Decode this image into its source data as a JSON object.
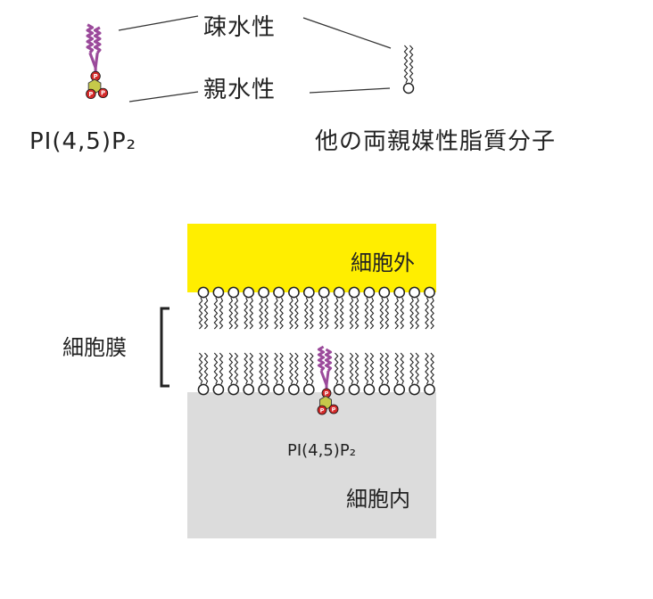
{
  "top": {
    "hydrophobic_label": "疎水性",
    "hydrophilic_label": "親水性",
    "pip2_label": "PI(4,5)P₂",
    "other_lipid_label": "他の両親媒性脂質分子",
    "phosphate_letter": "P"
  },
  "membrane": {
    "outside_label": "細胞外",
    "membrane_label": "細胞膜",
    "inside_label": "細胞内",
    "pip2_label": "PI(4,5)P₂"
  },
  "colors": {
    "extracellular": "#ffee00",
    "intracellular": "#dcdcdc",
    "pip2_tail": "#9b4a9b",
    "inositol_ring": "#c6c94a",
    "phosphate": "#d42a2a",
    "lipid_line": "#222222"
  }
}
